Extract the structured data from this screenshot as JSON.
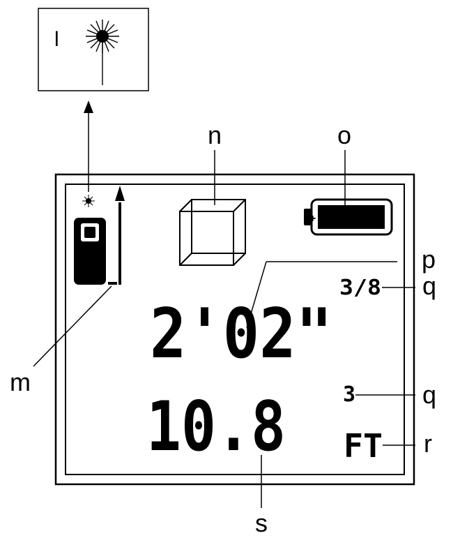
{
  "inset": {
    "label": "l"
  },
  "display": {
    "main_reading": "2'02\"",
    "fraction": "3/8",
    "secondary_reading": "10.8",
    "small_value": "3",
    "unit": "FT"
  },
  "callouts": {
    "m": "m",
    "n": "n",
    "o": "o",
    "p": "p",
    "q1": "q",
    "q2": "q",
    "r": "r",
    "s": "s"
  },
  "icons": {
    "laser": "laser-burst-icon",
    "device": "rangefinder-device-icon",
    "cube": "cube-volume-icon",
    "battery": "battery-icon"
  }
}
